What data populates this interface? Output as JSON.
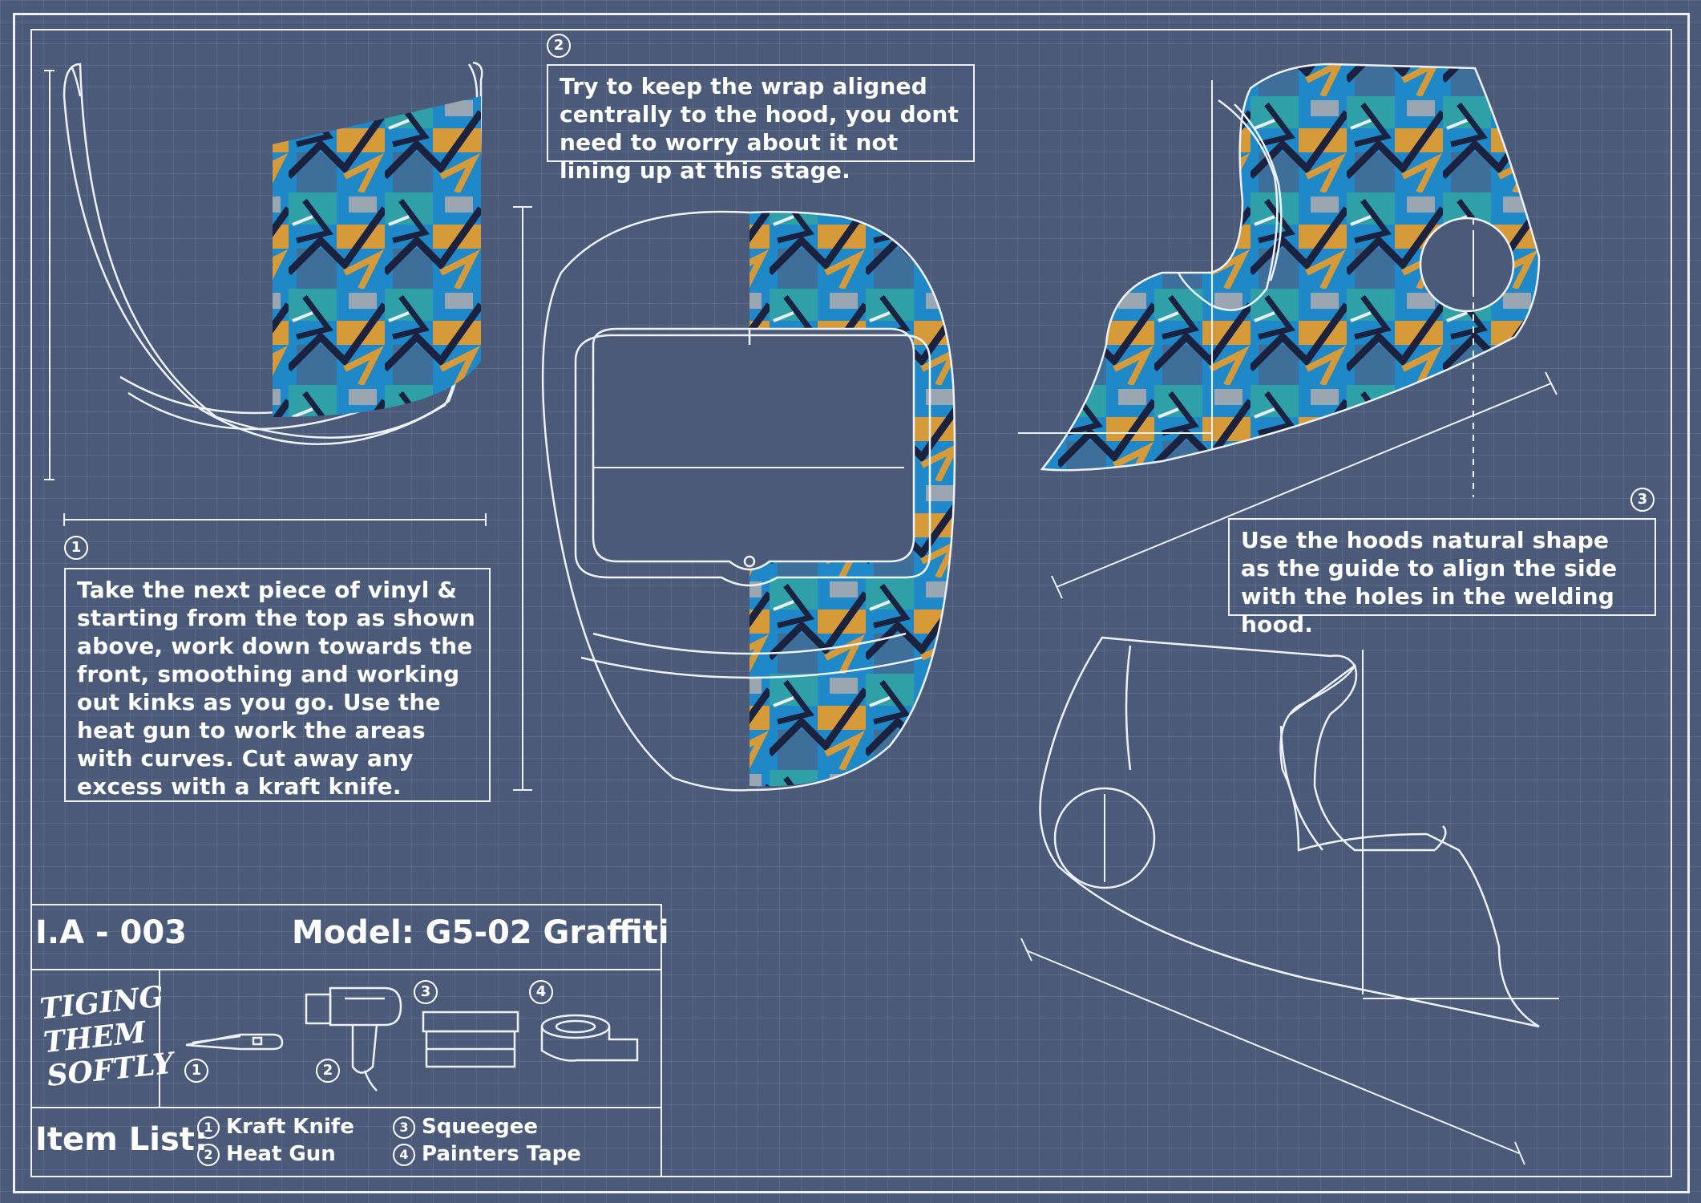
{
  "steps": {
    "step1": {
      "number": "1",
      "text": "Take the next piece of vinyl & starting from the top as shown above, work down towards the front, smoothing and working out kinks as you go. Use the heat gun to work the areas with curves. Cut away any excess with a kraft knife."
    },
    "step2": {
      "number": "2",
      "text": "Try to keep the wrap aligned centrally to the hood, you dont need to worry about it not lining up at this stage."
    },
    "step3": {
      "number": "3",
      "text": "Use the hoods natural shape as the guide to align the side with the holes in the welding hood."
    }
  },
  "title_block": {
    "code": "I.A - 003",
    "model": "Model: G5-02 Graffiti",
    "logo_text": "TIGING THEM SOFTLY",
    "tool_numbers": [
      "1",
      "2",
      "3",
      "4"
    ],
    "item_list_label": "Item List:",
    "items": [
      {
        "number": "1",
        "label": "Kraft Knife"
      },
      {
        "number": "2",
        "label": "Heat Gun"
      },
      {
        "number": "3",
        "label": "Squeegee"
      },
      {
        "number": "4",
        "label": "Painters Tape"
      }
    ]
  },
  "colors": {
    "background": "#4a5a78",
    "line": "#eef2f8",
    "wrap_blue": "#1e88c8",
    "wrap_teal": "#2f9fa8",
    "wrap_gold": "#d79a38",
    "wrap_navy": "#1a2240"
  }
}
